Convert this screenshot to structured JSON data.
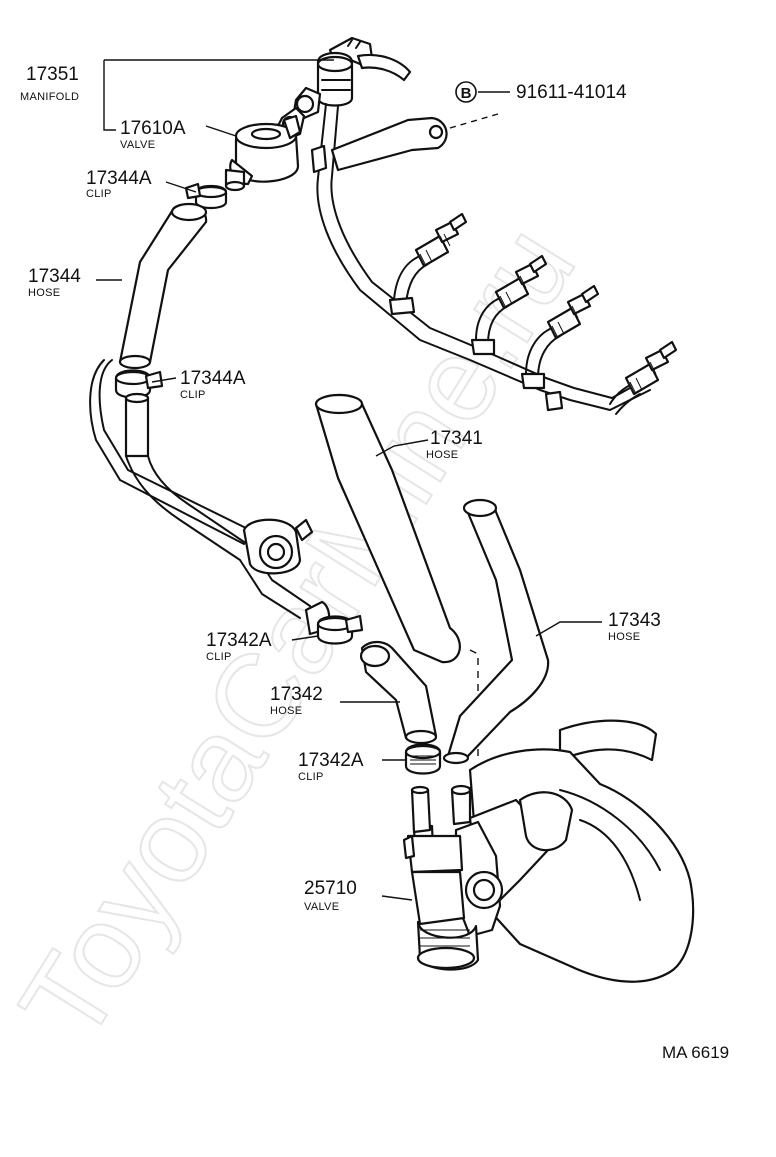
{
  "watermark": "ToyotaCarMine.ru",
  "figure_code": "MA 6619",
  "callouts": [
    {
      "id": "manifold",
      "number": "17351",
      "name": "MANIFOLD"
    },
    {
      "id": "valve-top",
      "number": "17610A",
      "name": "VALVE"
    },
    {
      "id": "bolt",
      "symbol": "B",
      "number": "91611-41014"
    },
    {
      "id": "clip-upper",
      "number": "17344A",
      "name": "CLIP"
    },
    {
      "id": "hose-17344",
      "number": "17344",
      "name": "HOSE"
    },
    {
      "id": "clip-mid",
      "number": "17344A",
      "name": "CLIP"
    },
    {
      "id": "hose-17341",
      "number": "17341",
      "name": "HOSE"
    },
    {
      "id": "hose-17343",
      "number": "17343",
      "name": "HOSE"
    },
    {
      "id": "clip-17342a-upper",
      "number": "17342A",
      "name": "CLIP"
    },
    {
      "id": "hose-17342",
      "number": "17342",
      "name": "HOSE"
    },
    {
      "id": "clip-17342a-lower",
      "number": "17342A",
      "name": "CLIP"
    },
    {
      "id": "valve-bottom",
      "number": "25710",
      "name": "VALVE"
    }
  ]
}
